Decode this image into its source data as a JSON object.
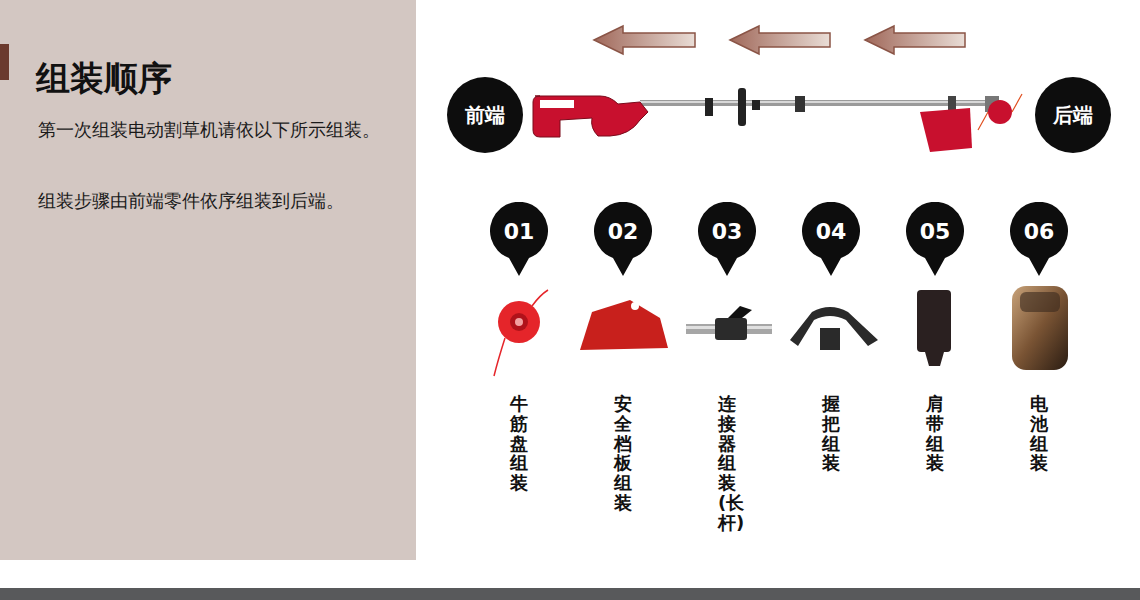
{
  "diagram": {
    "title": "组装顺序",
    "nodes": [
      {
        "text": [
          "前端"
        ]
      },
      {
        "text": [
          "后端"
        ]
      },
      {
        "text": [
          "01"
        ]
      },
      {
        "text": [
          "02"
        ]
      },
      {
        "text": [
          "03"
        ]
      },
      {
        "text": [
          "04"
        ]
      },
      {
        "text": [
          "05"
        ]
      },
      {
        "text": [
          "06"
        ]
      }
    ],
    "edges": [],
    "labels": [
      "第一次组装电动割草机请依以下所示组装。",
      "组装步骤由前端零件依序组装到后端。",
      "牛筋盘组装",
      "安全档板组装",
      "连接器组装(长杆)",
      "握把组装",
      "肩带组装",
      "电池组装"
    ]
  }
}
